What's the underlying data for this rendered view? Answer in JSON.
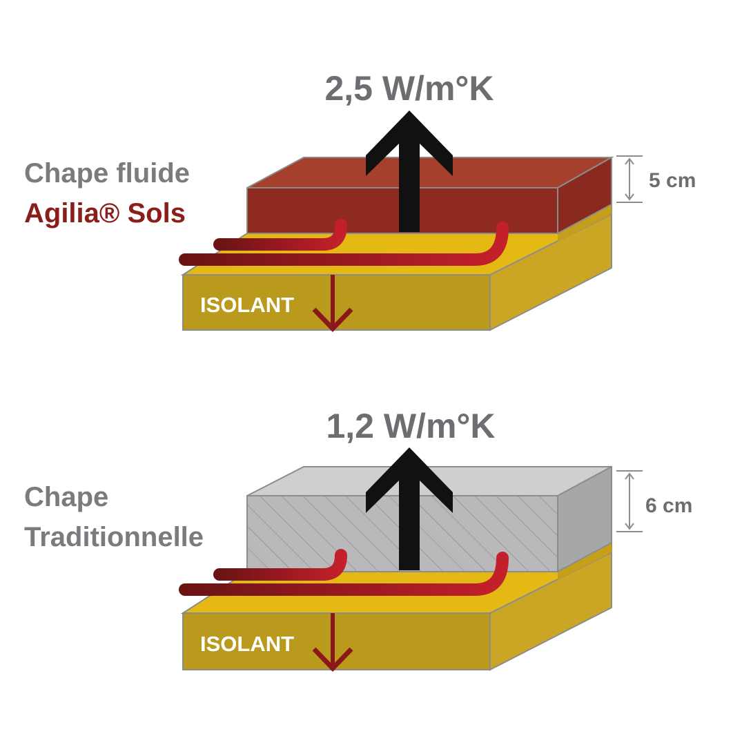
{
  "diagram": {
    "top": {
      "conductivity": "2,5 W/m°K",
      "material_line1": "Chape fluide",
      "material_line2": "Agilia® Sols",
      "thickness": "5 cm",
      "insulation_label": "ISOLANT"
    },
    "bottom": {
      "conductivity": "1,2 W/m°K",
      "material_line1": "Chape",
      "material_line2": "Traditionnelle",
      "thickness": "6 cm",
      "insulation_label": "ISOLANT"
    }
  },
  "colors": {
    "screed_fluid_front": "#8e2a1f",
    "screed_fluid_top": "#a4402c",
    "screed_traditional_front": "#b9b9bb",
    "screed_traditional_top": "#cfcfd1",
    "screed_traditional_side": "#a6a7a9",
    "heating_layer_top": "#e5b913",
    "heating_layer_side": "#c69f1a",
    "insulation_front": "#b99a1c",
    "insulation_side": "#caa624",
    "heat_up_arrow": "#111111",
    "heat_down_arrow": "#8a1818",
    "pipe": "#a11a22",
    "text_grey": "#6d6e71",
    "text_red": "#8a1e1b"
  }
}
